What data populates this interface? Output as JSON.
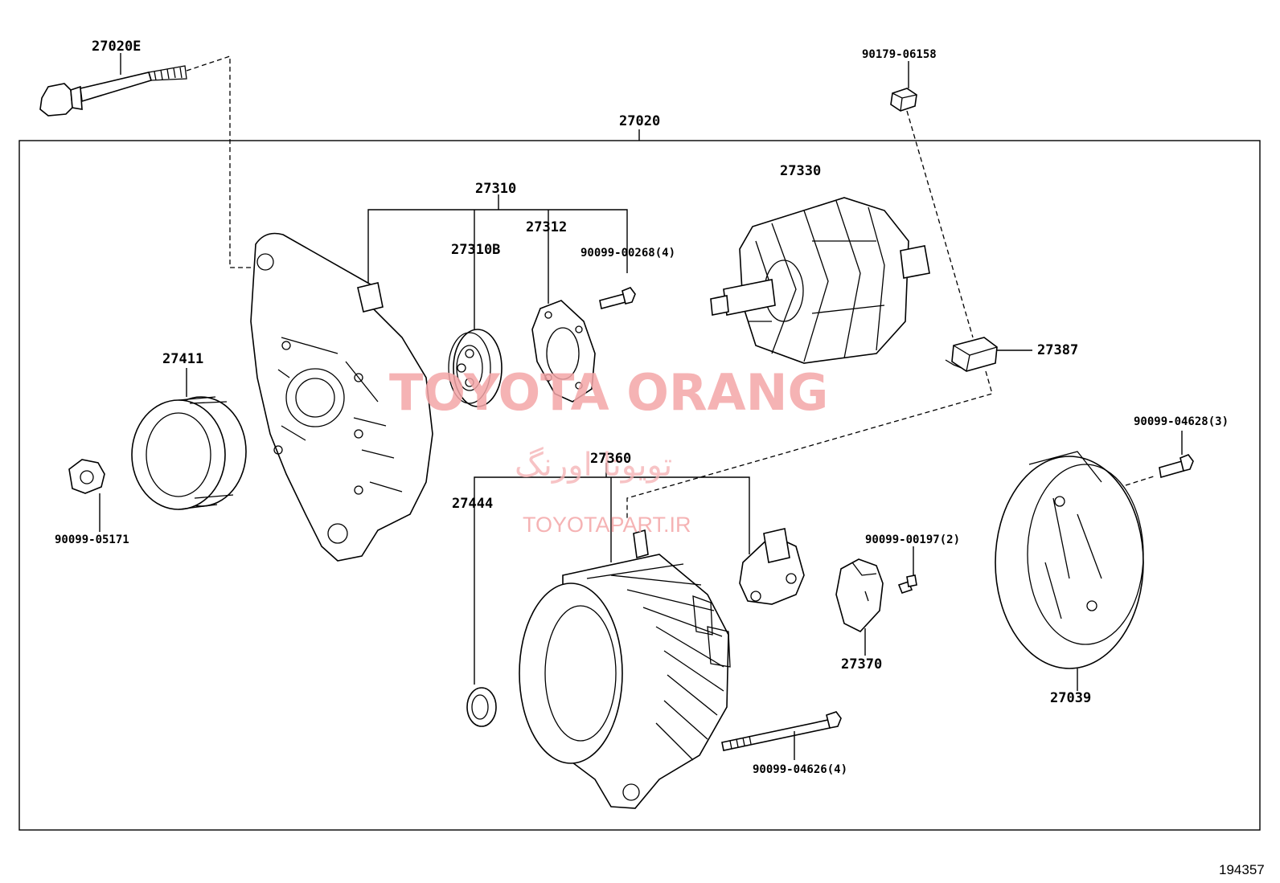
{
  "diagram": {
    "ref_number": "194357",
    "watermark": {
      "brand": "TOYOTA ORANG",
      "brand_persian": "تویوتا اورنگ",
      "url": "TOYOTAPART.IR"
    },
    "labels": {
      "p27020E": "27020E",
      "p27020": "27020",
      "p90179_06158": "90179-06158",
      "p27310": "27310",
      "p27312": "27312",
      "p27310B": "27310B",
      "p90099_00268": "90099-00268(4)",
      "p27330": "27330",
      "p27387": "27387",
      "p27411": "27411",
      "p90099_05171": "90099-05171",
      "p27360": "27360",
      "p27444": "27444",
      "p90099_00197": "90099-00197(2)",
      "p27370": "27370",
      "p90099_04628": "90099-04628(3)",
      "p27039": "27039",
      "p90099_04626": "90099-04626(4)"
    }
  }
}
